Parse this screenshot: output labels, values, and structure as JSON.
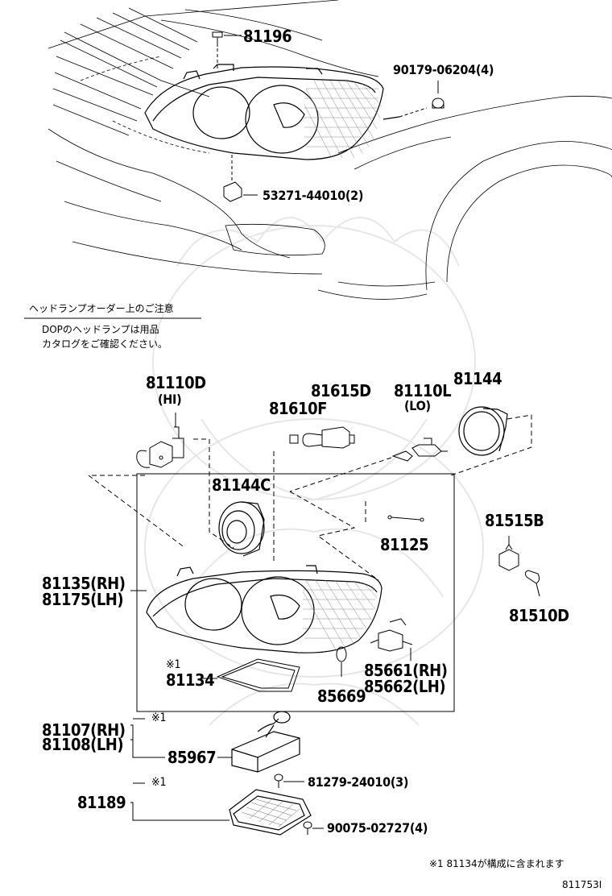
{
  "notice": {
    "title": "ヘッドランプオーダー上のご注意",
    "line1": "DOPのヘッドランプは用品",
    "line2": "カタログをご確認ください。"
  },
  "parts": {
    "p81196": "81196",
    "p90179": "90179-06204(4)",
    "p53271": "53271-44010(2)",
    "p81110D": "81110D",
    "p81110D_sub": "(HI)",
    "p81615D": "81615D",
    "p81610F": "81610F",
    "p81110L": "81110L",
    "p81110L_sub": "(LO)",
    "p81144": "81144",
    "p81144C": "81144C",
    "p81515B": "81515B",
    "p81125": "81125",
    "p81135": "81135(RH)",
    "p81175": "81175(LH)",
    "p81510D": "81510D",
    "p81134_mark": "※1",
    "p81134": "81134",
    "p85669": "85669",
    "p85661": "85661(RH)",
    "p85662": "85662(LH)",
    "p81107": "81107(RH)",
    "p81108": "81108(LH)",
    "p81107_mark": "※1",
    "p85967": "85967",
    "p81279": "81279-24010(3)",
    "p81189": "81189",
    "p81189_mark": "※1",
    "p90075": "90075-02727(4)"
  },
  "footnote": "※1 81134が構成に含まれます",
  "figure_id": "811753I"
}
